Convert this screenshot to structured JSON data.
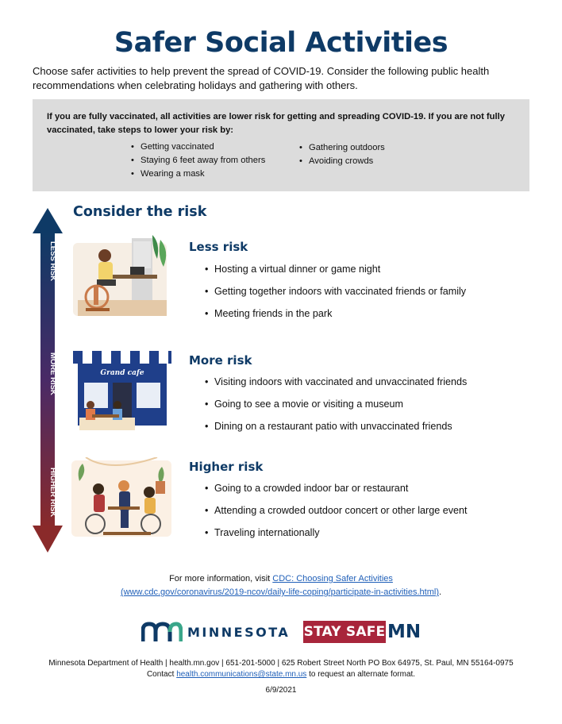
{
  "title": "Safer Social Activities",
  "intro": "Choose safer activities to help prevent the spread of COVID-19. Consider the following public health recommendations when celebrating holidays and gathering with others.",
  "infobox": {
    "text": "If you are fully vaccinated, all activities are lower risk for getting and spreading COVID-19. If you are not fully vaccinated, take steps to lower your risk by:",
    "left_items": [
      "Getting vaccinated",
      "Staying 6 feet away from others",
      "Wearing a mask"
    ],
    "right_items": [
      "Gathering outdoors",
      "Avoiding crowds"
    ]
  },
  "arrow_labels": {
    "top": "LESS RISK",
    "middle": "MORE RISK",
    "bottom": "HIGHER RISK"
  },
  "consider_heading": "Consider the risk",
  "sections": [
    {
      "heading": "Less risk",
      "items": [
        "Hosting a virtual dinner or game night",
        "Getting together indoors with vaccinated friends or family",
        "Meeting friends in the park"
      ]
    },
    {
      "heading": "More risk",
      "items": [
        "Visiting indoors with vaccinated and unvaccinated friends",
        "Going to see a movie or visiting a museum",
        "Dining on a restaurant patio with unvaccinated friends"
      ]
    },
    {
      "heading": "Higher risk",
      "items": [
        "Going to a crowded indoor bar or restaurant",
        "Attending a crowded outdoor concert or other large event",
        "Traveling internationally"
      ]
    }
  ],
  "cafe_sign": "Grand cafe",
  "more_info": {
    "prefix": "For more information, visit ",
    "link_text": "CDC: Choosing Safer Activities",
    "link_url_text": "(www.cdc.gov/coronavirus/2019-ncov/daily-life-coping/participate-in-activities.html)",
    "suffix": "."
  },
  "logos": {
    "minnesota": "MINNESOTA",
    "staysafe": "STAY SAFE",
    "staysafe_mn": "MN"
  },
  "footer": {
    "line1": "Minnesota Department of Health | health.mn.gov | 651-201-5000 | 625 Robert Street North PO Box 64975, St. Paul, MN 55164-0975",
    "contact_prefix": "Contact ",
    "contact_email": "health.communications@state.mn.us",
    "contact_suffix": " to request an alternate format."
  },
  "date": "6/9/2021",
  "colors": {
    "navy": "#0e3a66",
    "arrow_top": "#0e3a66",
    "arrow_bottom": "#8a2a2a",
    "box": "#dcdcdc",
    "staysafe": "#a8253b"
  }
}
